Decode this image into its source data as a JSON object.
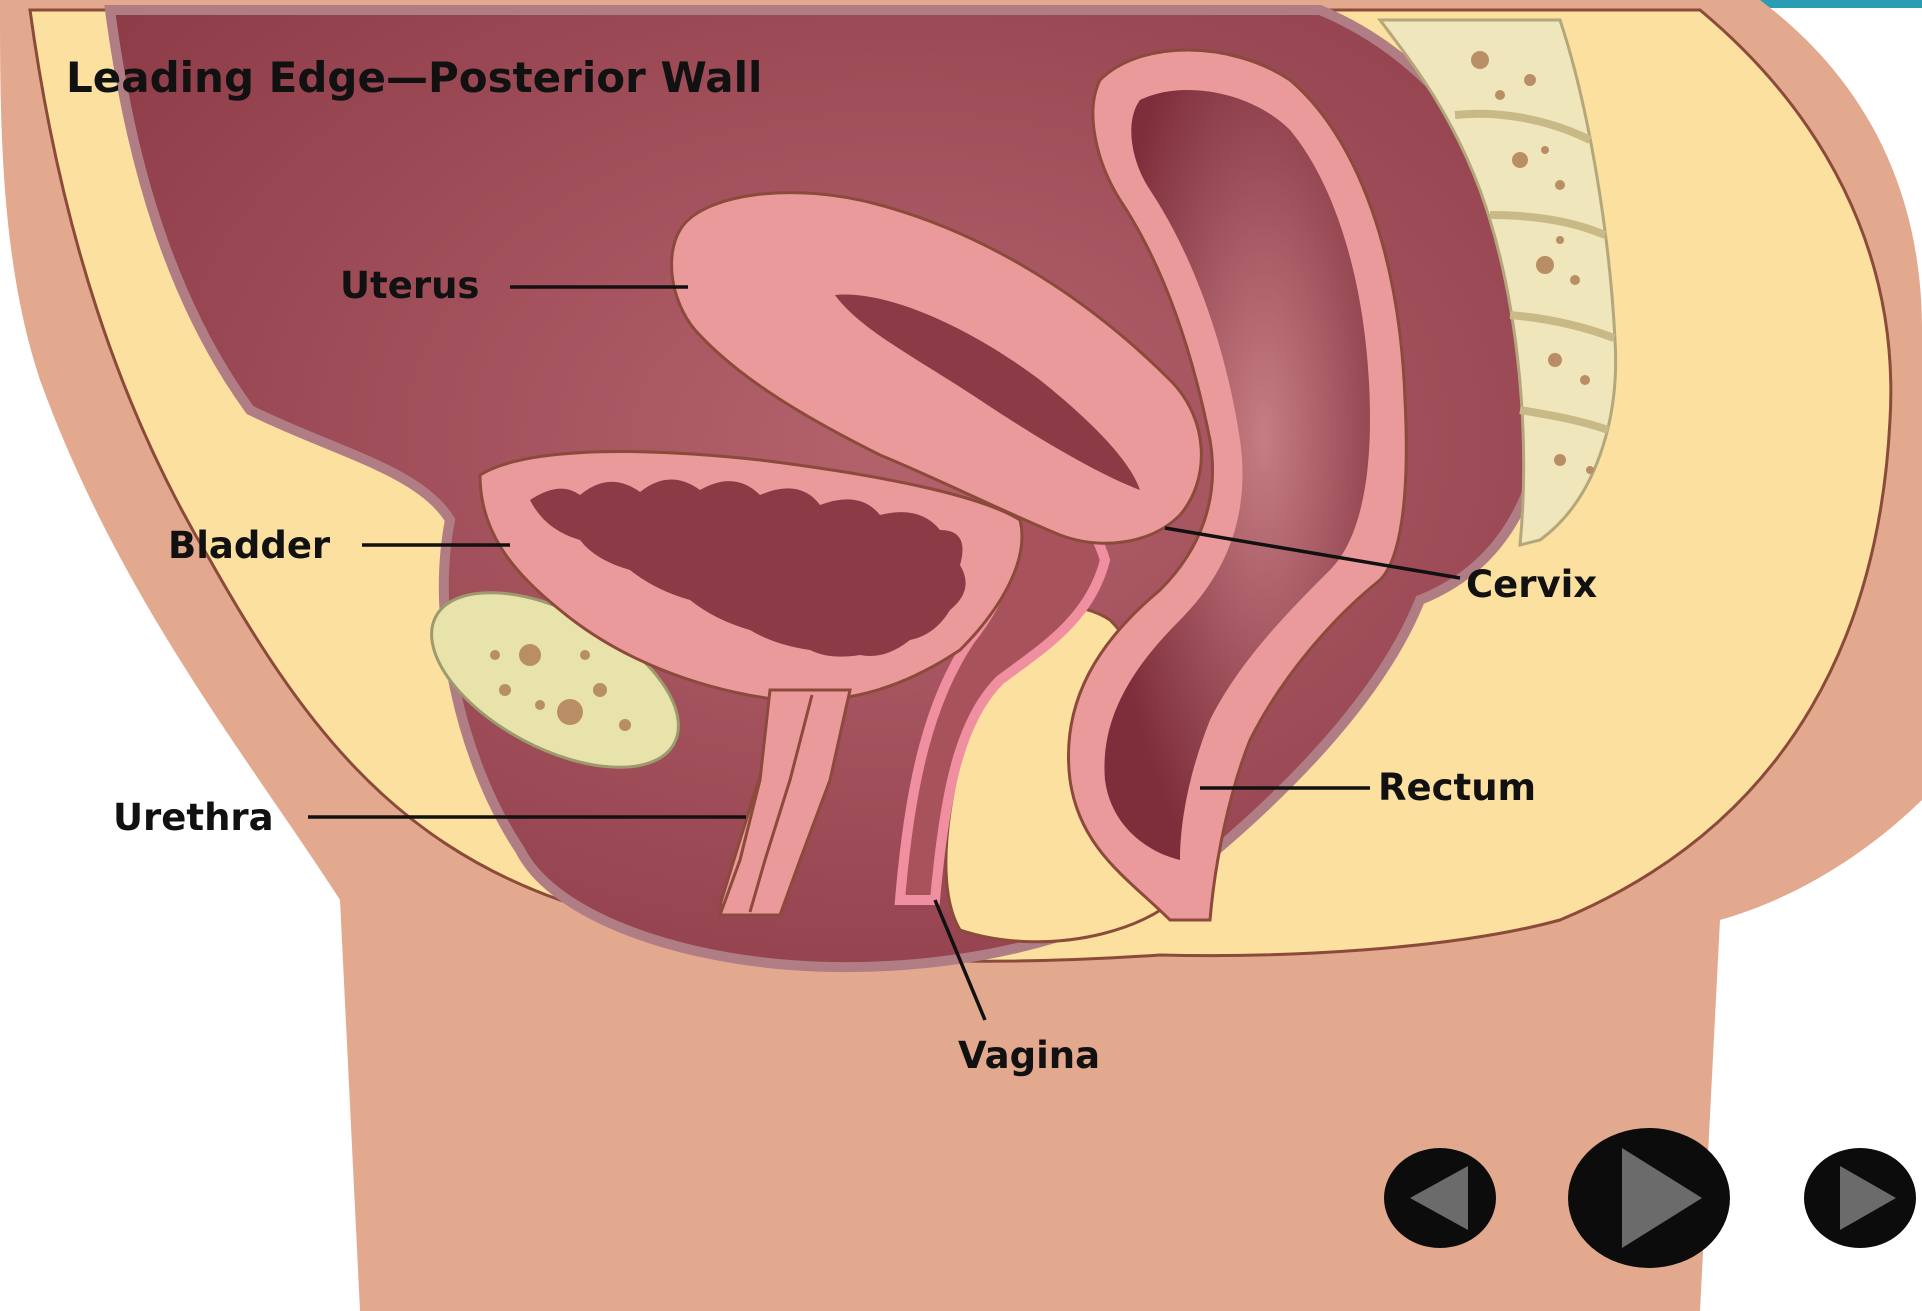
{
  "title": "Leading Edge—Posterior Wall",
  "labels": {
    "uterus": "Uterus",
    "bladder": "Bladder",
    "cervix": "Cervix",
    "urethra": "Urethra",
    "rectum": "Rectum",
    "vagina": "Vagina"
  },
  "controls": {
    "back": "back-icon",
    "play": "play-icon",
    "forward": "forward-icon"
  },
  "colors": {
    "skin": "#e3a98f",
    "fat": "#fbe09f",
    "cavity": "#a2525e",
    "peritoneum": "#caa1a8",
    "wall": "#eb9a9c",
    "lumen": "#8c3a45",
    "spine": "#f0e6bc",
    "accent": "#2a9db4"
  }
}
